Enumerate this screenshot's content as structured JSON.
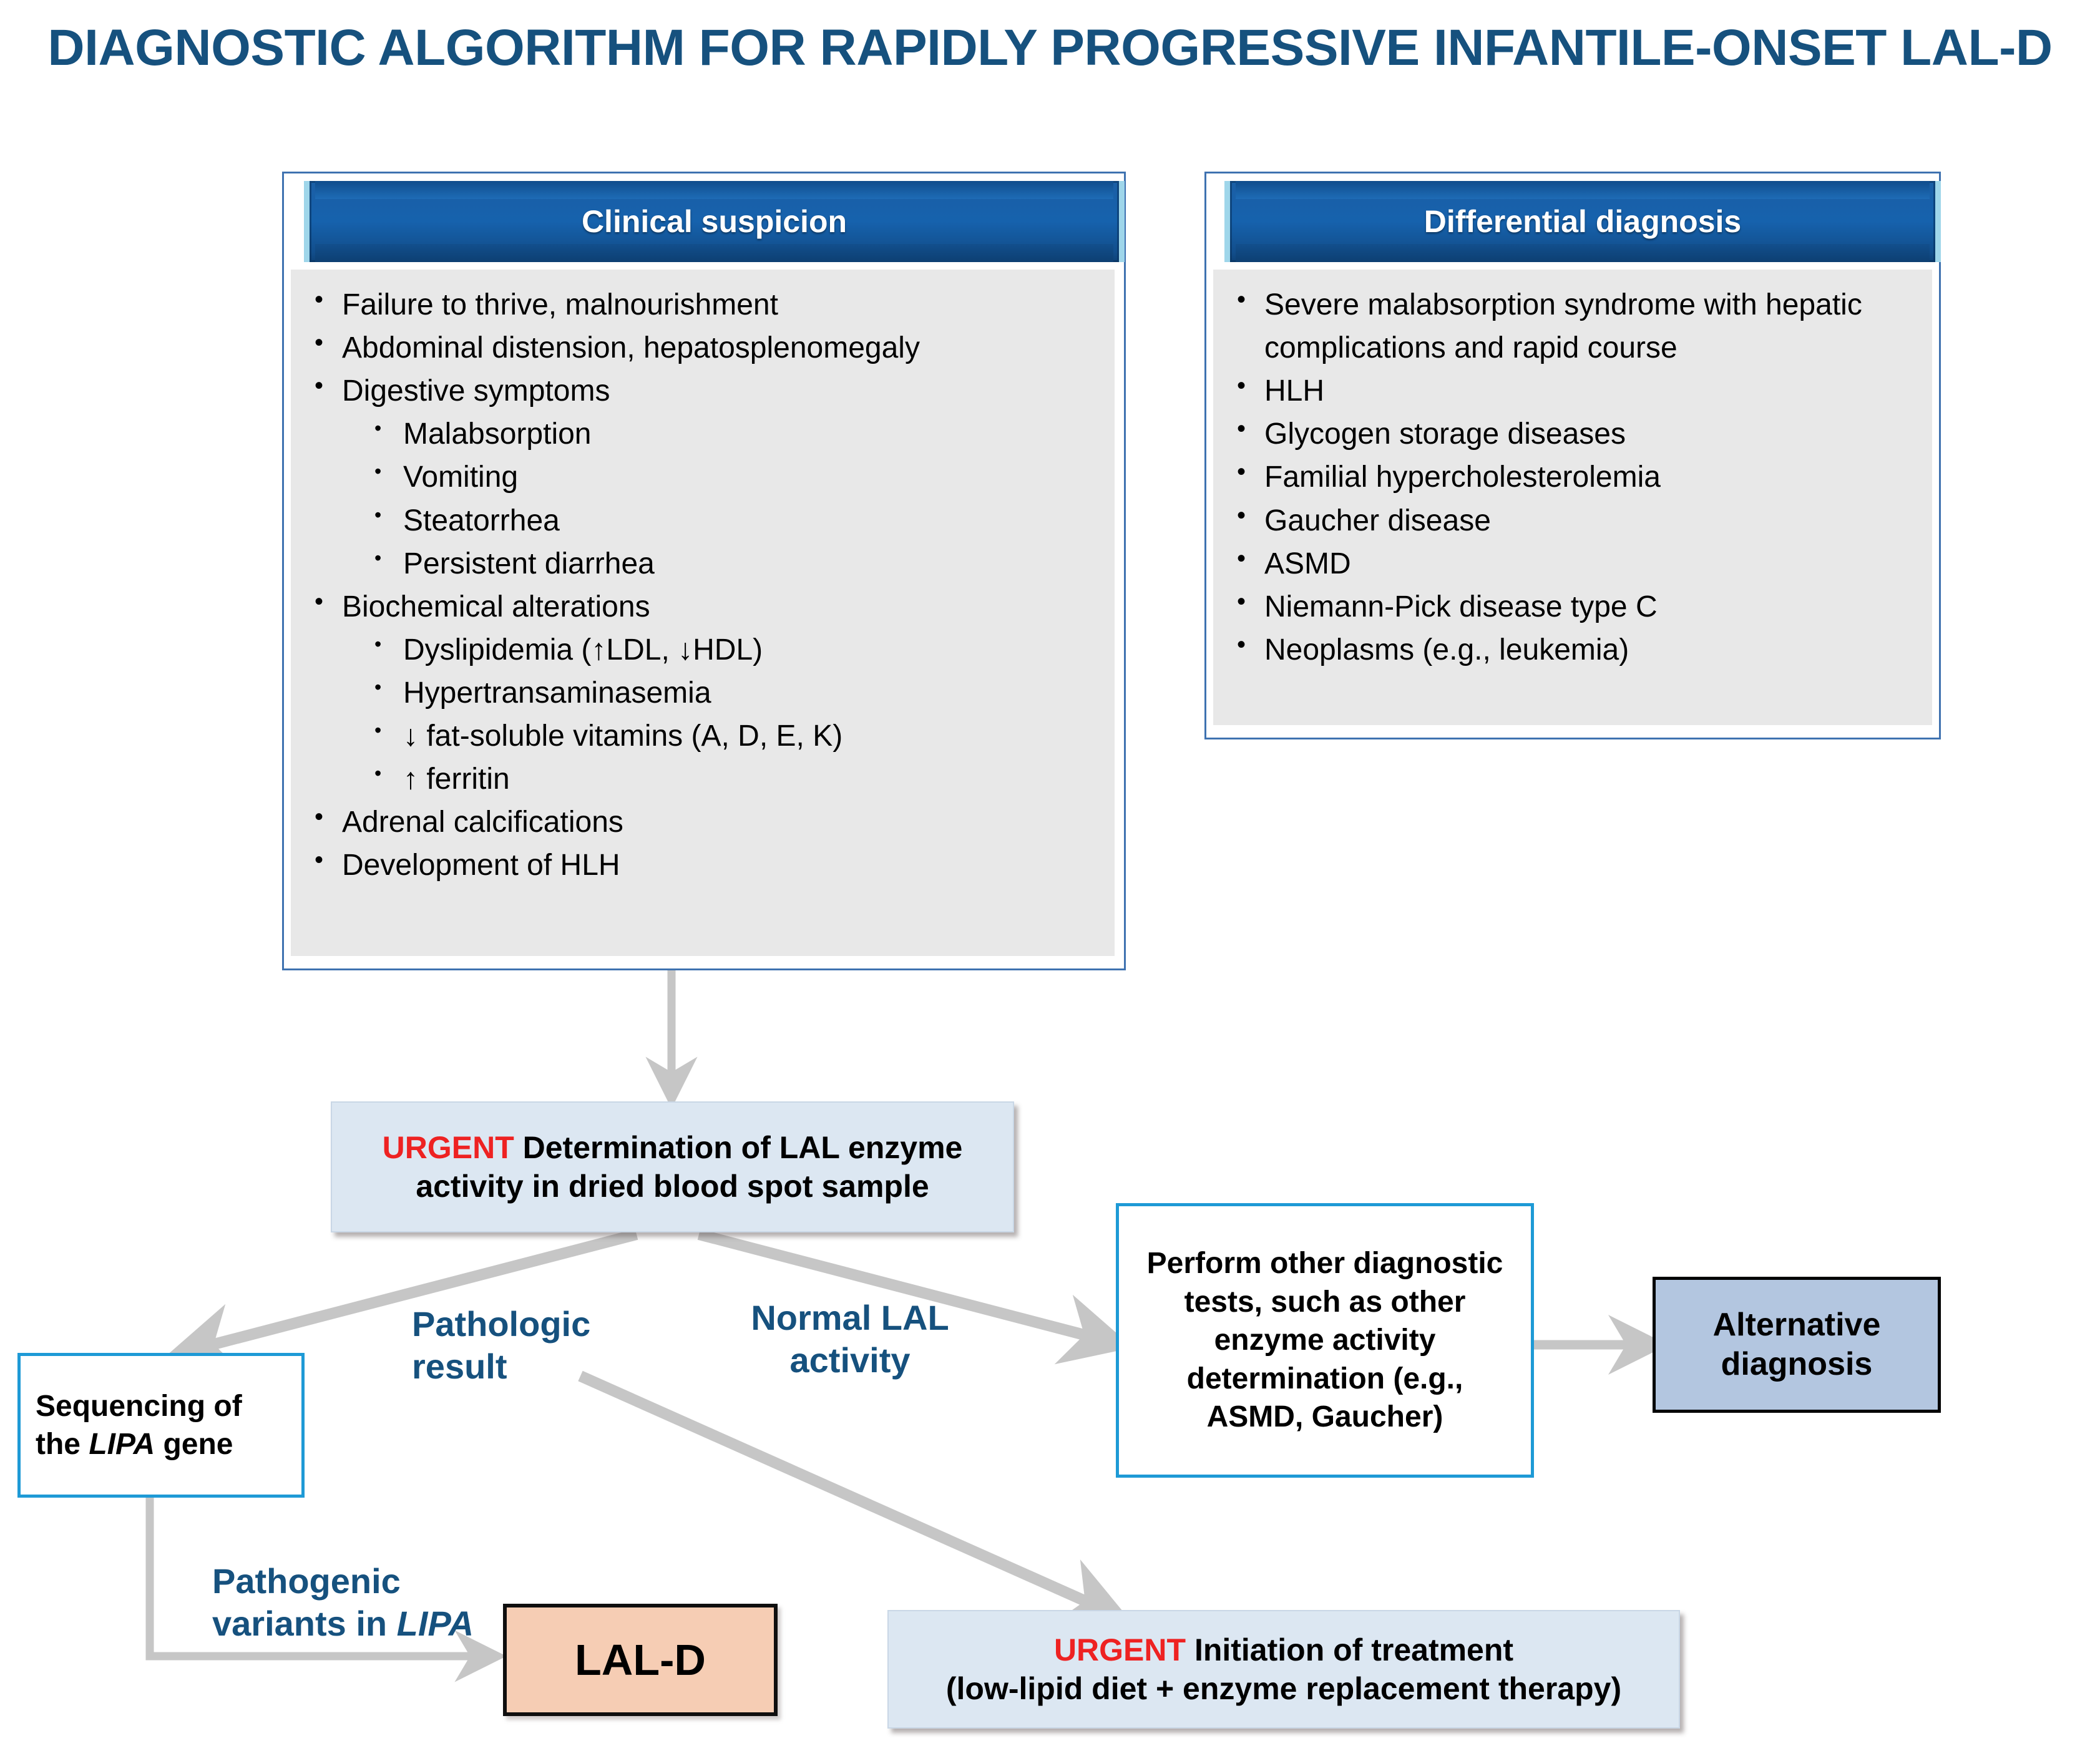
{
  "title": "DIAGNOSTIC ALGORITHM FOR RAPIDLY PROGRESSIVE INFANTILE-ONSET LAL-D",
  "colors": {
    "title_blue": "#16517e",
    "header_blue": "#1662ad",
    "header_bevel_light": "#9fd6ea",
    "panel_border": "#3f72b0",
    "panel_body_gray": "#e8e8e8",
    "urgent_red": "#ee2222",
    "urgent_box_fill": "#dce7f2",
    "white_box_border": "#1e9ad6",
    "alt_dx_fill": "#b3c6e0",
    "lald_fill": "#f6cdb4",
    "arrow_gray": "#c6c6c6"
  },
  "clinical_suspicion": {
    "header": "Clinical suspicion",
    "items": [
      {
        "level": 0,
        "text": "Failure to thrive, malnourishment"
      },
      {
        "level": 0,
        "text": "Abdominal distension, hepatosplenomegaly"
      },
      {
        "level": 0,
        "text": "Digestive symptoms"
      },
      {
        "level": 1,
        "text": "Malabsorption"
      },
      {
        "level": 1,
        "text": "Vomiting"
      },
      {
        "level": 1,
        "text": "Steatorrhea"
      },
      {
        "level": 1,
        "text": "Persistent diarrhea"
      },
      {
        "level": 0,
        "text": "Biochemical alterations"
      },
      {
        "level": 1,
        "text": "Dyslipidemia (↑LDL, ↓HDL)"
      },
      {
        "level": 1,
        "text": "Hypertransaminasemia"
      },
      {
        "level": 1,
        "text": "↓ fat-soluble vitamins (A, D, E, K)"
      },
      {
        "level": 1,
        "text": "↑ ferritin"
      },
      {
        "level": 0,
        "text": "Adrenal calcifications"
      },
      {
        "level": 0,
        "text": "Development of HLH"
      }
    ]
  },
  "differential_diagnosis": {
    "header": "Differential diagnosis",
    "items": [
      {
        "level": 0,
        "text": "Severe malabsorption syndrome with hepatic complications and rapid course"
      },
      {
        "level": 0,
        "text": "HLH"
      },
      {
        "level": 0,
        "text": "Glycogen storage diseases"
      },
      {
        "level": 0,
        "text": "Familial hypercholesterolemia"
      },
      {
        "level": 0,
        "text": "Gaucher disease"
      },
      {
        "level": 0,
        "text": "ASMD"
      },
      {
        "level": 0,
        "text": "Niemann-Pick disease type C"
      },
      {
        "level": 0,
        "text": "Neoplasms (e.g., leukemia)"
      }
    ]
  },
  "nodes": {
    "lal_determination": {
      "urgent": "URGENT",
      "rest": " Determination of LAL enzyme activity in dried blood spot sample"
    },
    "other_tests": {
      "text": "Perform other diagnostic tests, such as other enzyme activity determination (e.g., ASMD, Gaucher)"
    },
    "alternative_diagnosis": {
      "text": "Alternative diagnosis"
    },
    "sequencing": {
      "prefix": "Sequencing of the ",
      "gene": "LIPA",
      "suffix": " gene"
    },
    "lald": {
      "text": "LAL-D"
    },
    "treatment": {
      "urgent": "URGENT",
      "rest": " Initiation of treatment",
      "line2": "(low-lipid diet + enzyme replacement therapy)"
    }
  },
  "edge_labels": {
    "pathologic_result": "Pathologic\nresult",
    "normal_lal_activity": "Normal LAL\nactivity",
    "pathogenic_variants_prefix": "Pathogenic\nvariants in ",
    "pathogenic_variants_gene": "LIPA"
  }
}
